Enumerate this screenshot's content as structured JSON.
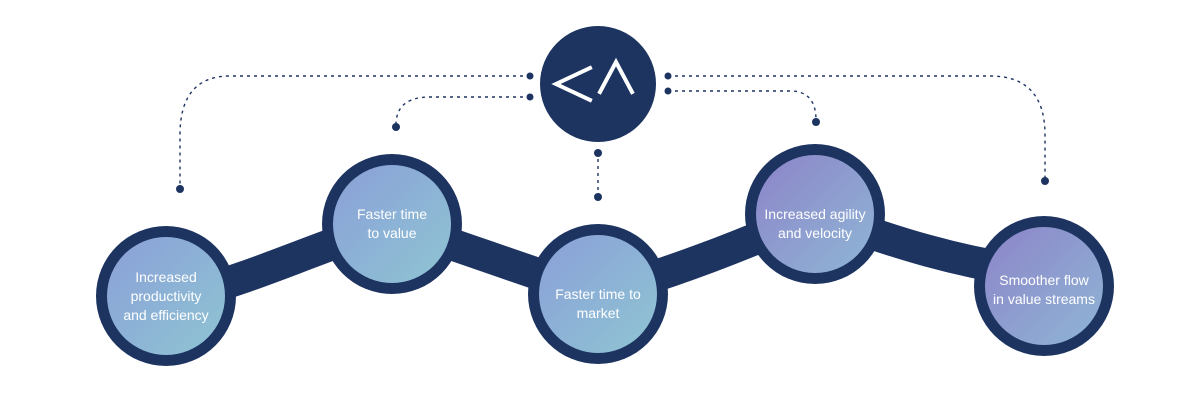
{
  "colors": {
    "navy": "#1d3461",
    "gradient_blue": "#8aa3d6",
    "gradient_teal": "#8fc4d4",
    "gradient_purple": "#8e86c6",
    "text": "#ffffff"
  },
  "hub": {
    "icon": "code-brackets-icon",
    "glyph_left": "<",
    "glyph_right": "^"
  },
  "benefits": [
    {
      "label": "Increased\nproductivity\nand efficiency"
    },
    {
      "label": "Faster time\nto value"
    },
    {
      "label": "Faster time to\nmarket"
    },
    {
      "label": "Increased agility\nand velocity"
    },
    {
      "label": "Smoother flow\nin value streams"
    }
  ]
}
